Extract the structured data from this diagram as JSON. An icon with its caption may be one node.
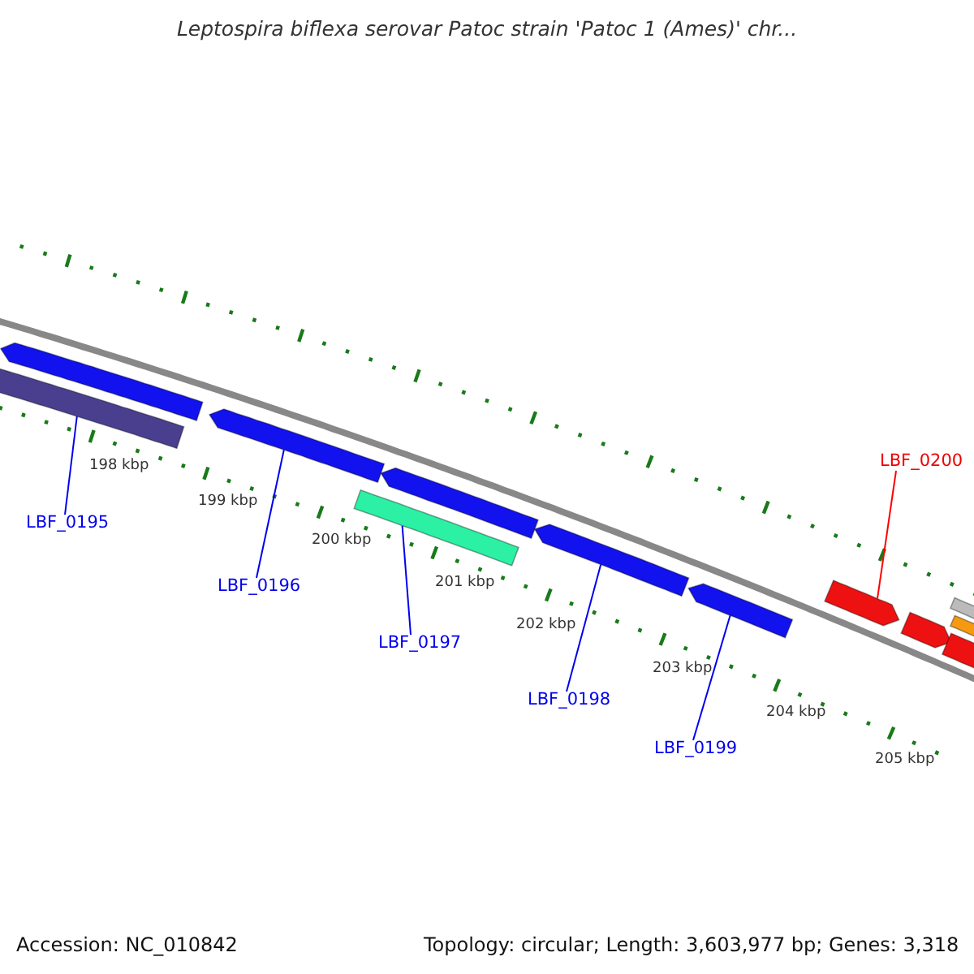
{
  "diagram": {
    "title": "Leptospira biflexa serovar Patoc strain 'Patoc 1 (Ames)' chr...",
    "nodes": [
      {
        "text": [],
        "shape": "pentagon"
      },
      {
        "text": [],
        "shape": "bar"
      },
      {
        "text": [],
        "shape": "pentagon"
      },
      {
        "text": [],
        "shape": "bar"
      },
      {
        "text": [],
        "shape": "pentagon"
      },
      {
        "text": [],
        "shape": "pentagon"
      },
      {
        "text": [],
        "shape": "pentagon"
      },
      {
        "text": [],
        "shape": "pentagon"
      },
      {
        "text": [],
        "shape": "pentagon"
      },
      {
        "text": [],
        "shape": "pentagon"
      },
      {
        "text": [],
        "shape": "pentagon"
      },
      {
        "text": [],
        "shape": "pentagon"
      },
      {
        "text": [
          "LBF_0195"
        ]
      },
      {
        "text": [
          "LBF_0196"
        ]
      },
      {
        "text": [
          "LBF_0197"
        ]
      },
      {
        "text": [
          "LBF_0198"
        ]
      },
      {
        "text": [
          "LBF_0199"
        ]
      },
      {
        "text": [
          "LBF_0200"
        ]
      }
    ],
    "edges": [
      {
        "from": 12,
        "to": 1,
        "arrow": "none"
      },
      {
        "from": 13,
        "to": 2,
        "arrow": "none"
      },
      {
        "from": 14,
        "to": 3,
        "arrow": "none"
      },
      {
        "from": 15,
        "to": 5,
        "arrow": "none"
      },
      {
        "from": 16,
        "to": 6,
        "arrow": "none"
      },
      {
        "from": 17,
        "to": 7,
        "arrow": "none",
        "color": "#ff0000"
      }
    ],
    "labels": [
      "198 kbp",
      "199 kbp",
      "200 kbp",
      "201 kbp",
      "202 kbp",
      "203 kbp",
      "204 kbp",
      "205 kbp",
      "Accession: NC_010842",
      "Topology: circular; Length: 3,603,977 bp; Genes: 3,318"
    ]
  }
}
